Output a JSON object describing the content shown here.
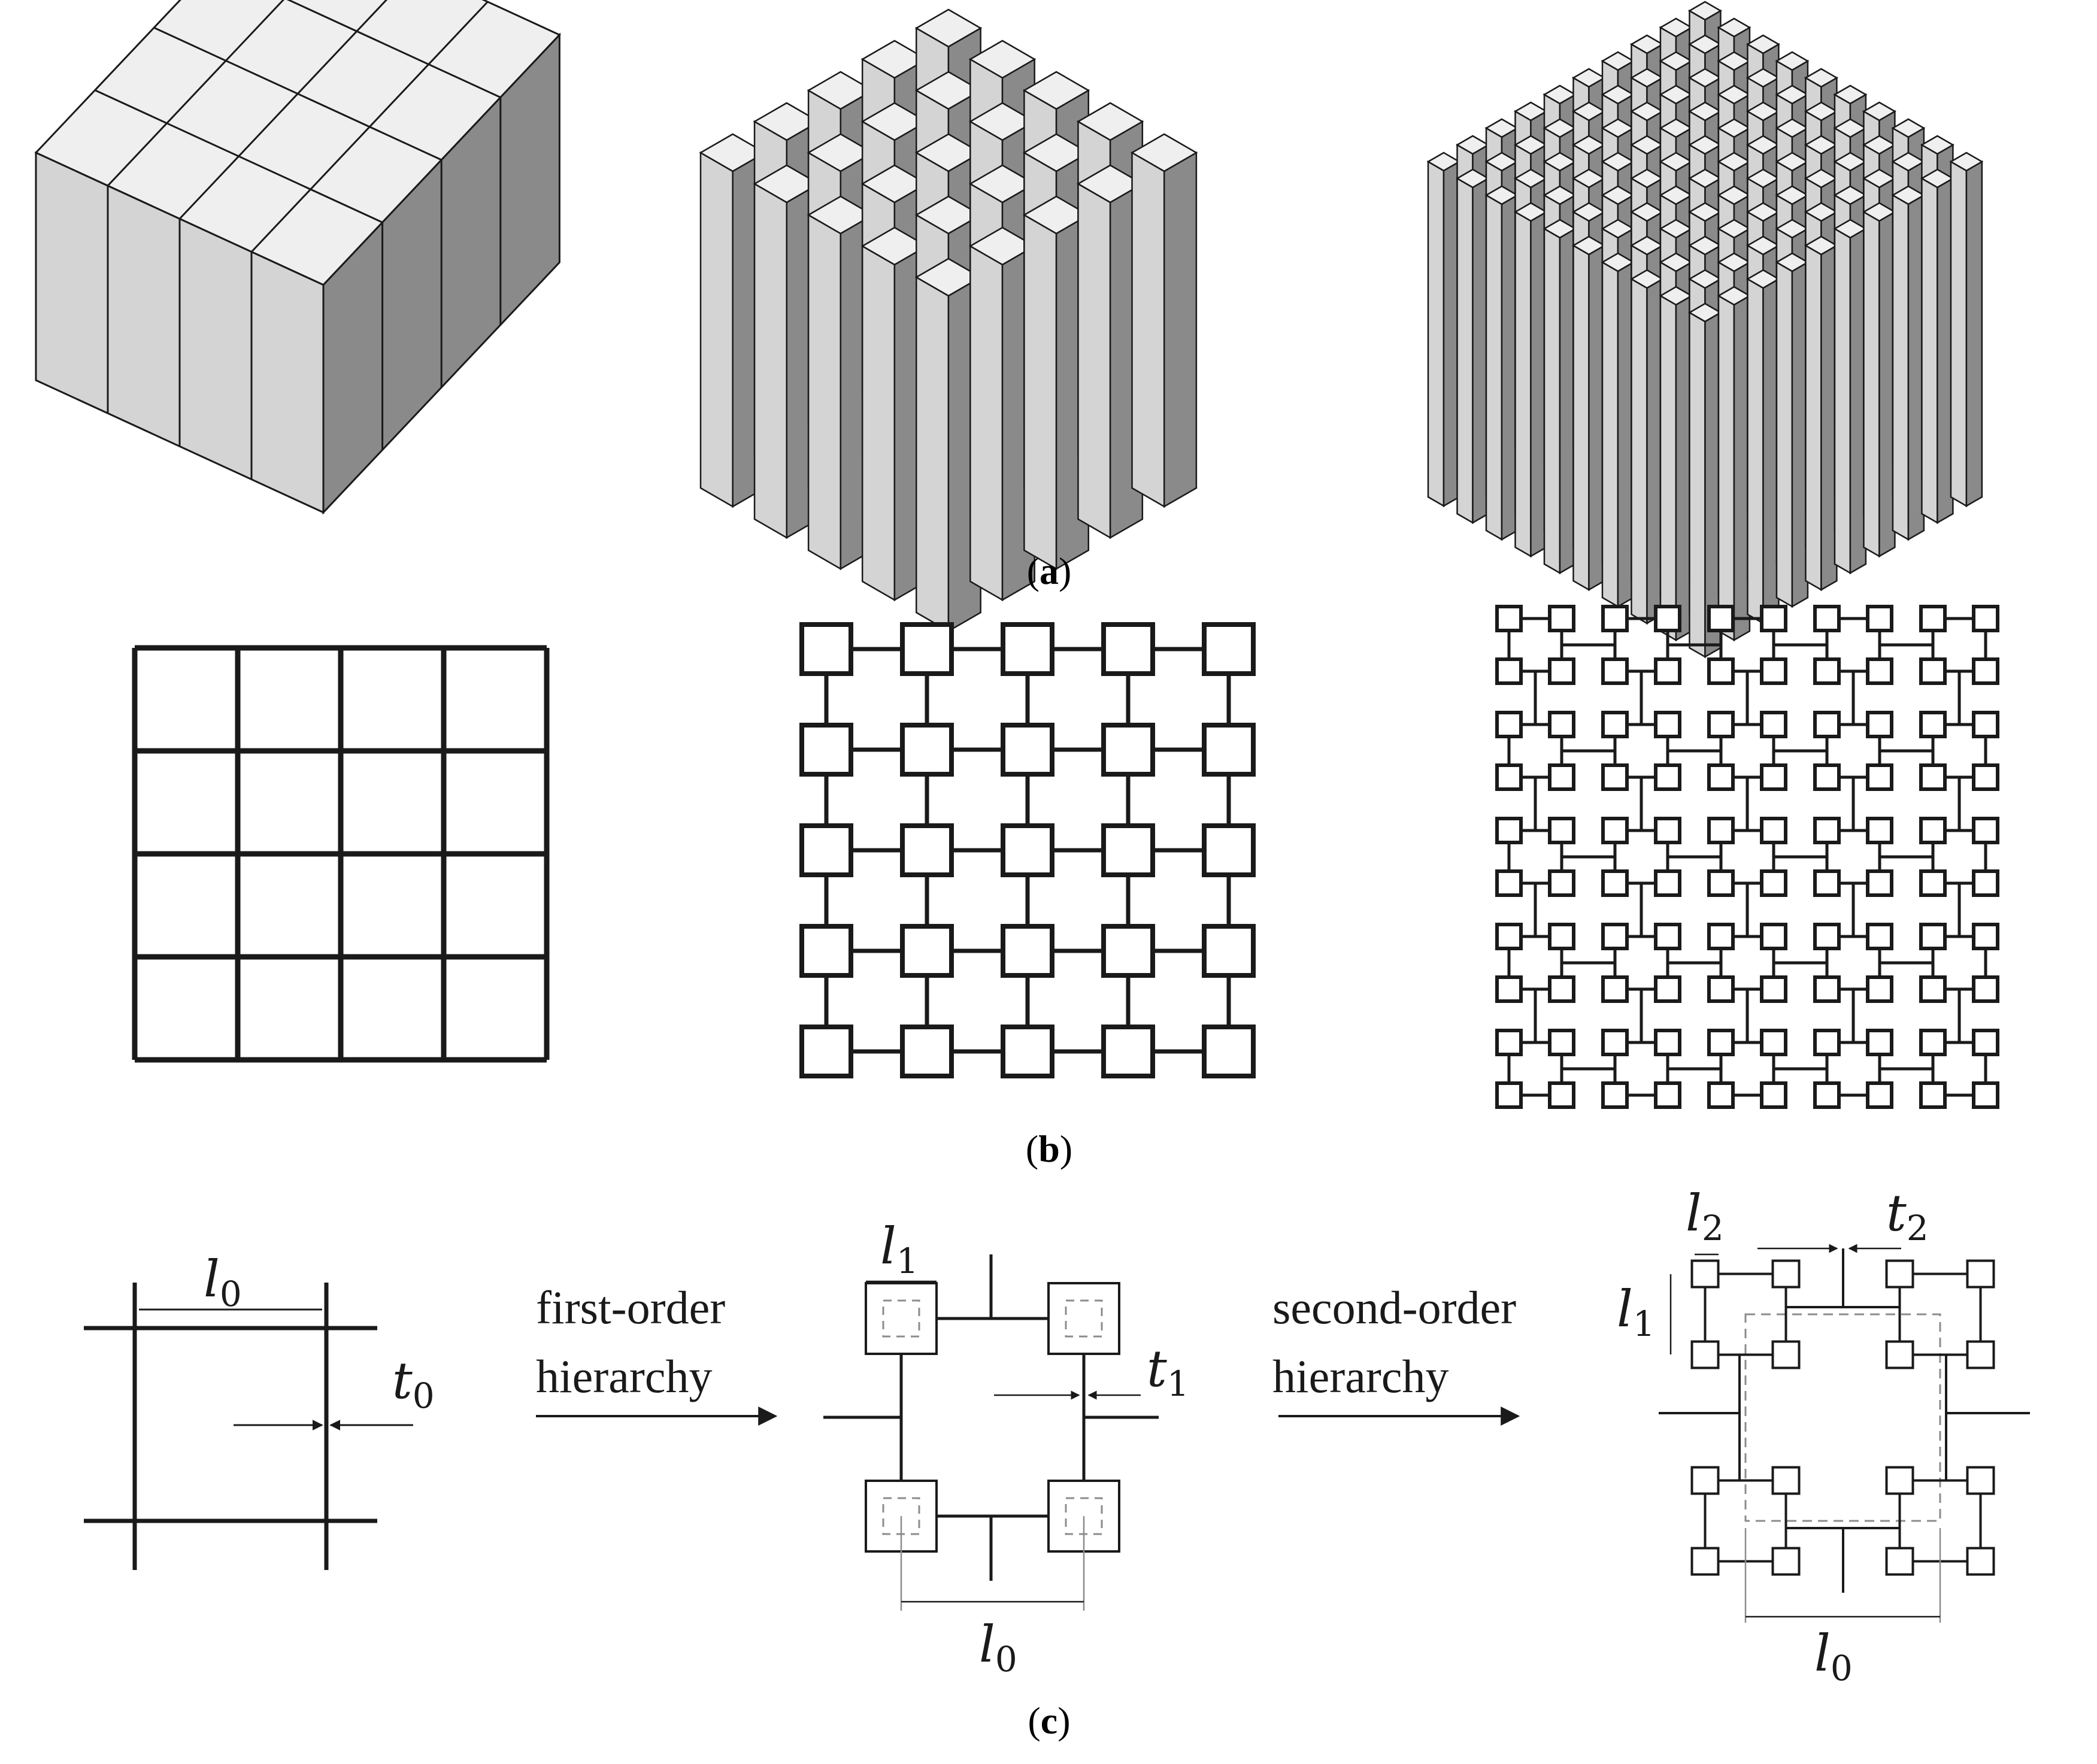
{
  "figure": {
    "panels": [
      {
        "label": "a"
      },
      {
        "label": "b"
      },
      {
        "label": "c"
      }
    ],
    "arrows": {
      "first": {
        "line1": "first-order",
        "line2": "hierarchy"
      },
      "second": {
        "line1": "second-order",
        "line2": "hierarchy"
      }
    },
    "dims": {
      "l0": {
        "base": "l",
        "sub": "0"
      },
      "t0": {
        "base": "t",
        "sub": "0"
      },
      "l1": {
        "base": "l",
        "sub": "1"
      },
      "t1": {
        "base": "t",
        "sub": "1"
      },
      "l2": {
        "base": "l",
        "sub": "2"
      },
      "t2": {
        "base": "t",
        "sub": "2"
      }
    },
    "colors": {
      "ink": "#1a1a1a",
      "face_light": "#d4d4d4",
      "face_dark": "#8a8a8a",
      "face_top": "#efefef",
      "dashed": "#8c8c8c"
    }
  }
}
